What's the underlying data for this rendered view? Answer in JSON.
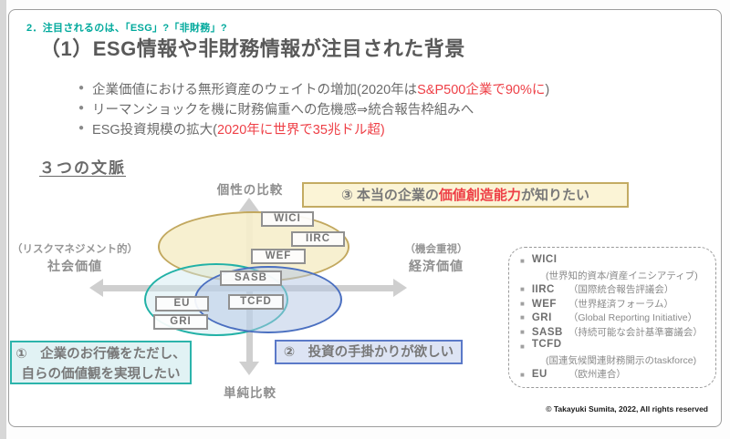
{
  "kicker": "2．注目されるのは、「ESG」?「非財務」?",
  "title": "（1）ESG情報や非財務情報が注目された背景",
  "bullets": [
    {
      "pre": "企業価値における無形資産のウェイトの増加(2020年は",
      "red": "S&P500企業で90%に",
      "post": ")"
    },
    {
      "pre": "リーマンショックを機に財務偏重への危機感⇒統合報告枠組みへ",
      "red": "",
      "post": ""
    },
    {
      "pre": "ESG投資規模の拡大(",
      "red": "2020年に世界で35兆ドル超)",
      "post": ""
    }
  ],
  "section_heading": "３つの文脈",
  "diagram": {
    "axis_top_label": "個性の比較",
    "axis_bottom_label": "単純比較",
    "axis_left_label_line1": "（リスクマネジメント的）",
    "axis_left_label_line2": "社会価値",
    "axis_right_label_line1": "（機会重視）",
    "axis_right_label_line2": "経済価値",
    "orgs": [
      "WICI",
      "IIRC",
      "WEF",
      "SASB",
      "TCFD",
      "EU",
      "GRI"
    ]
  },
  "callouts": {
    "c3_pre": "③ 本当の企業の",
    "c3_red": "価値創造能力",
    "c3_post": "が知りたい",
    "c1_line1": "①　企業のお行儀をただし、",
    "c1_line2": "自らの価値観を実現したい",
    "c2": "②　投資の手掛かりが欲しい"
  },
  "legend": {
    "items": [
      {
        "name": "WICI",
        "desc": "(世界知的資本/資産イニシアティブ)"
      },
      {
        "name": "IIRC",
        "desc": "（国際統合報告評議会）"
      },
      {
        "name": "WEF",
        "desc": "（世界経済フォーラム）"
      },
      {
        "name": "GRI",
        "desc": "（Global Reporting Initiative）"
      },
      {
        "name": "SASB",
        "desc": "（持続可能な会計基準審議会）"
      },
      {
        "name": "TCFD",
        "desc": "(国連気候関連財務開示のtaskforce)"
      },
      {
        "name": "EU",
        "desc": "（欧州連合）"
      }
    ]
  },
  "footer": {
    "copyright": "©  Takayuki Sumita, 2022, All rights reserved"
  },
  "icons": {
    "bullet": "●",
    "legend_square": "■"
  },
  "colors": {
    "accent_teal": "#00a99c",
    "accent_red": "#ee3f46",
    "title_gray": "#595959",
    "yellow_fill": "#f6eecb",
    "yellow_border": "#c2a85f",
    "teal_border": "#21b1a6",
    "blue_border": "#4a6fc0",
    "callout1_fill": "#e1f2f4",
    "callout2_fill": "#dde4f4",
    "callout3_fill": "#fbf4d6",
    "axis_gray": "#cfcfcf"
  }
}
